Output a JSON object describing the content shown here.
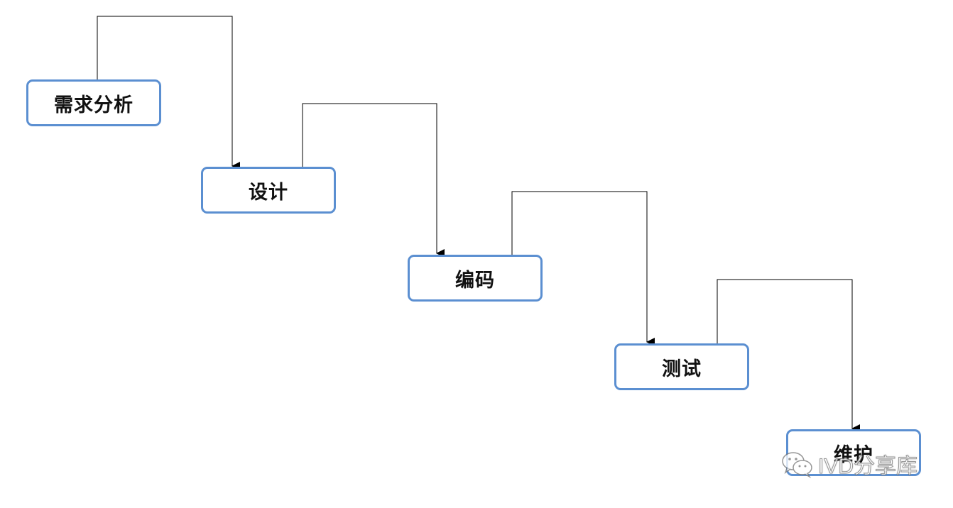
{
  "diagram": {
    "stages": [
      {
        "label": "需求分析"
      },
      {
        "label": "设计"
      },
      {
        "label": "编码"
      },
      {
        "label": "测试"
      },
      {
        "label": "维护"
      }
    ],
    "colors": {
      "box_border": "#5b8fd1",
      "line": "#000000",
      "text": "#111111"
    }
  },
  "watermark": {
    "icon": "wechat-icon",
    "text": "IVD分享库"
  }
}
